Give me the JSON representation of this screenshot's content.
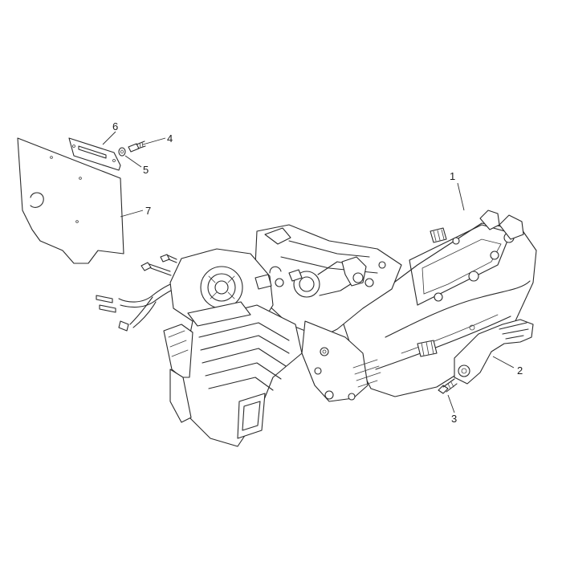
{
  "diagram": {
    "callouts": [
      {
        "id": "1",
        "label": "1",
        "part": "engine-assembly"
      },
      {
        "id": "2",
        "label": "2",
        "part": "kickstart-lever"
      },
      {
        "id": "3",
        "label": "3",
        "part": "lever-screw"
      },
      {
        "id": "4",
        "label": "4",
        "part": "cover-screw"
      },
      {
        "id": "5",
        "label": "5",
        "part": "washer"
      },
      {
        "id": "6",
        "label": "6",
        "part": "mounting-bracket"
      },
      {
        "id": "7",
        "label": "7",
        "part": "heat-shield-plate"
      }
    ]
  },
  "colors": {
    "line": "#2a2a2a",
    "background": "#ffffff"
  }
}
